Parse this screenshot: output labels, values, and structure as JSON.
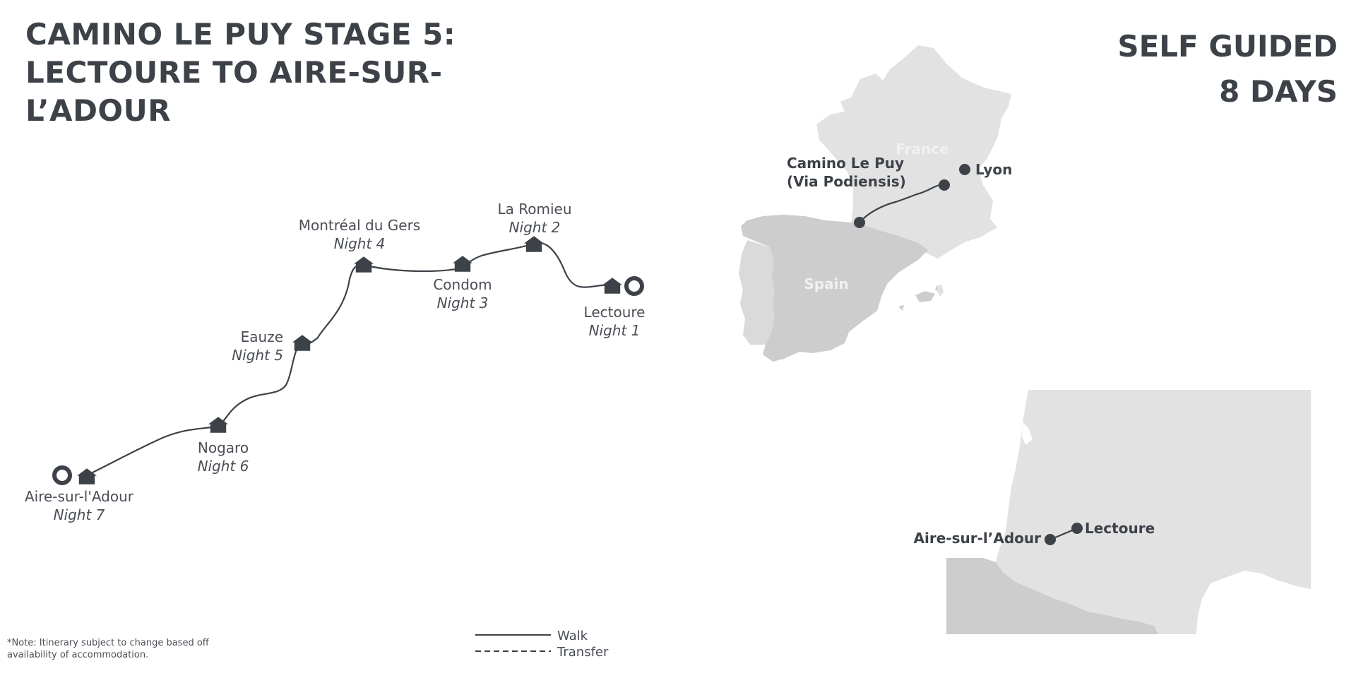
{
  "title": {
    "line1": "CAMINO LE PUY STAGE 5:",
    "line2": "LECTOURE TO AIRE-SUR-",
    "line3": "L’ADOUR"
  },
  "badge": {
    "line1": "SELF GUIDED",
    "line2": "8 DAYS"
  },
  "route": {
    "stops": [
      {
        "name": "Lectoure",
        "night": "Night 1"
      },
      {
        "name": "La Romieu",
        "night": "Night 2"
      },
      {
        "name": "Condom",
        "night": "Night 3"
      },
      {
        "name": "Montréal du Gers",
        "night": "Night 4"
      },
      {
        "name": "Eauze",
        "night": "Night 5"
      },
      {
        "name": "Nogaro",
        "night": "Night 6"
      },
      {
        "name": "Aire-sur-l'Adour",
        "night": "Night 7"
      }
    ]
  },
  "overview_map": {
    "country_france": "France",
    "country_spain": "Spain",
    "route_label_line1": "Camino Le Puy",
    "route_label_line2": "(Via Podiensis)",
    "city_lyon": "Lyon"
  },
  "regional_map": {
    "start_label": "Lectoure",
    "end_label": "Aire-sur-l’Adour"
  },
  "legend": {
    "walk": "Walk",
    "transfer": "Transfer"
  },
  "note": {
    "line1": "*Note: Itinerary  subject to change based off",
    "line2": "availability of accommodation."
  },
  "colors": {
    "ink": "#3d4148",
    "land_light": "#e2e2e2",
    "land_dark": "#cdcdcd",
    "land_portugal": "#dadada"
  },
  "icons": {
    "stop": "house-icon",
    "endpoint": "ring-icon"
  }
}
